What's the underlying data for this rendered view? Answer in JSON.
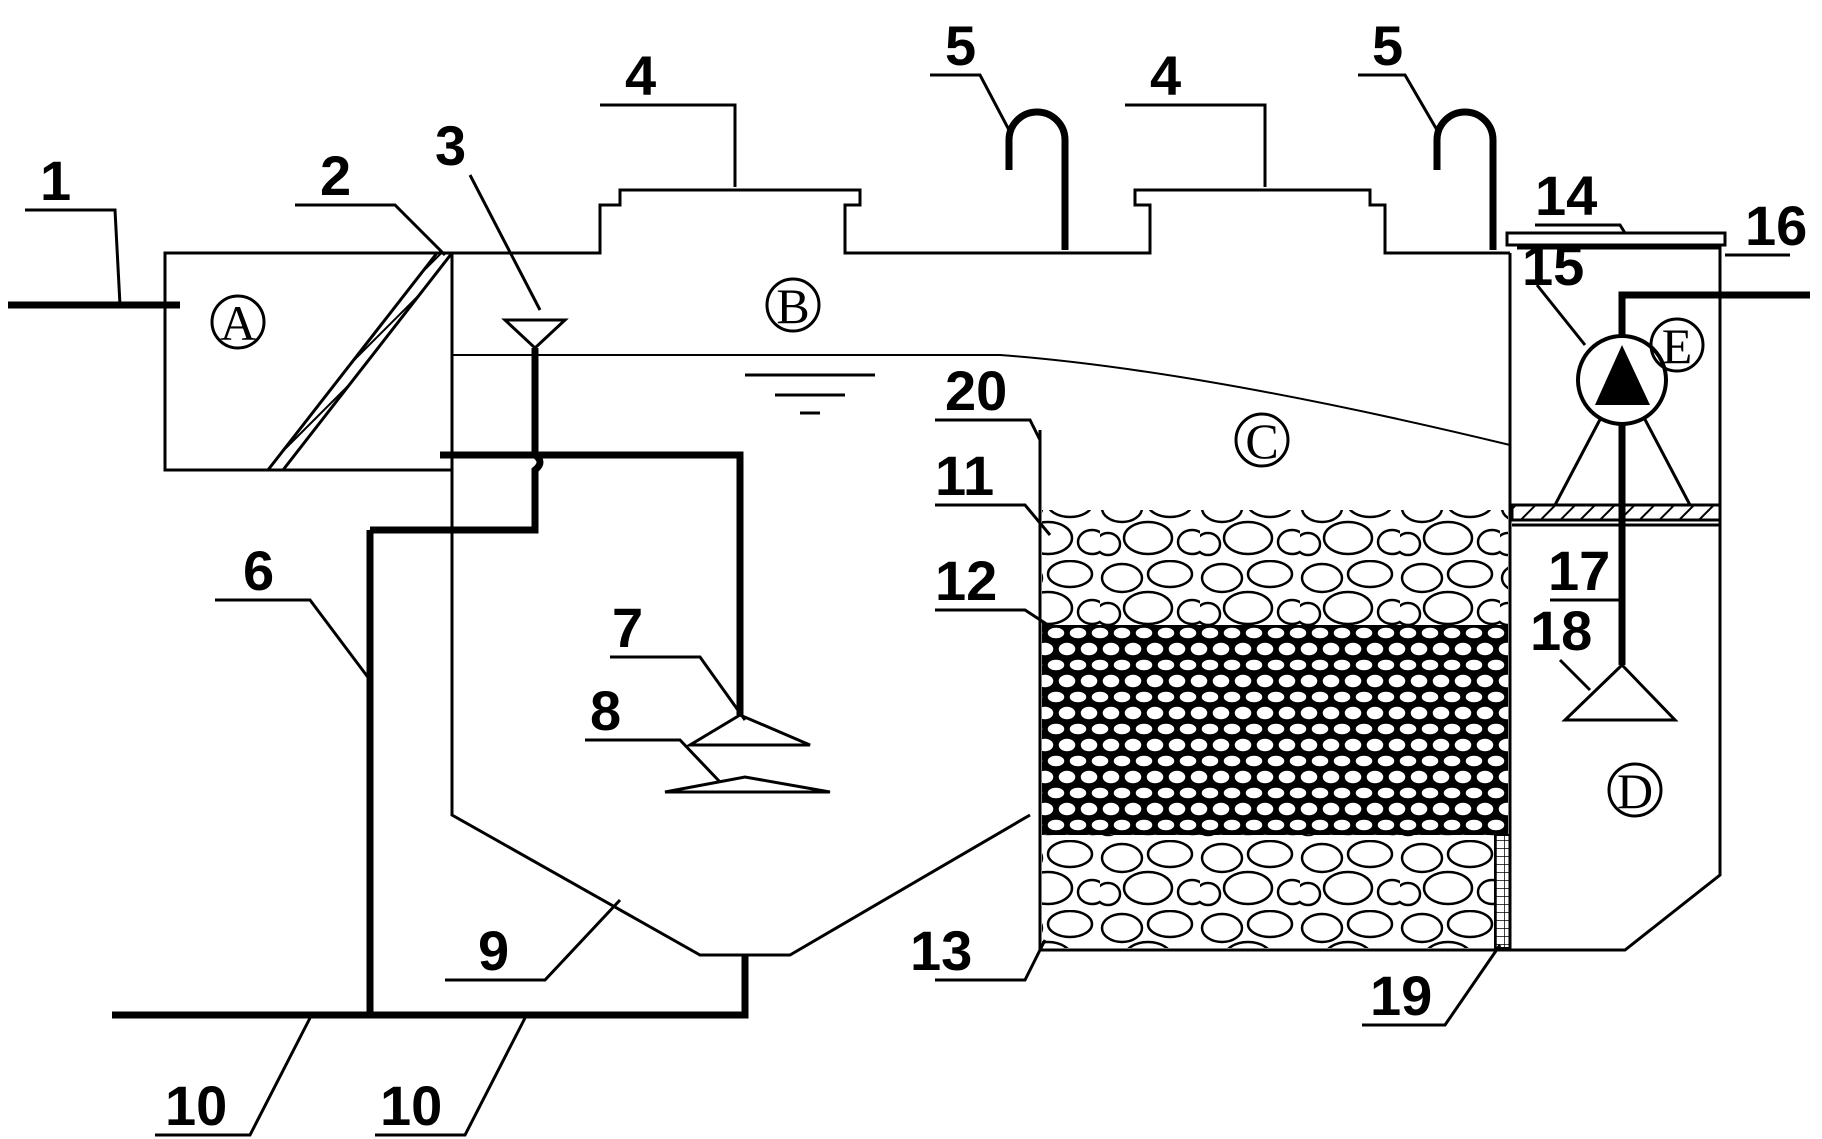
{
  "labels": {
    "n1": "1",
    "n2": "2",
    "n3": "3",
    "n4a": "4",
    "n4b": "4",
    "n5a": "5",
    "n5b": "5",
    "n6": "6",
    "n7": "7",
    "n8": "8",
    "n9": "9",
    "n10a": "10",
    "n10b": "10",
    "n11": "11",
    "n12": "12",
    "n13": "13",
    "n14": "14",
    "n15": "15",
    "n16": "16",
    "n17": "17",
    "n18": "18",
    "n19": "19",
    "n20": "20"
  },
  "zones": {
    "A": "A",
    "B": "B",
    "C": "C",
    "D": "D",
    "E": "E"
  }
}
